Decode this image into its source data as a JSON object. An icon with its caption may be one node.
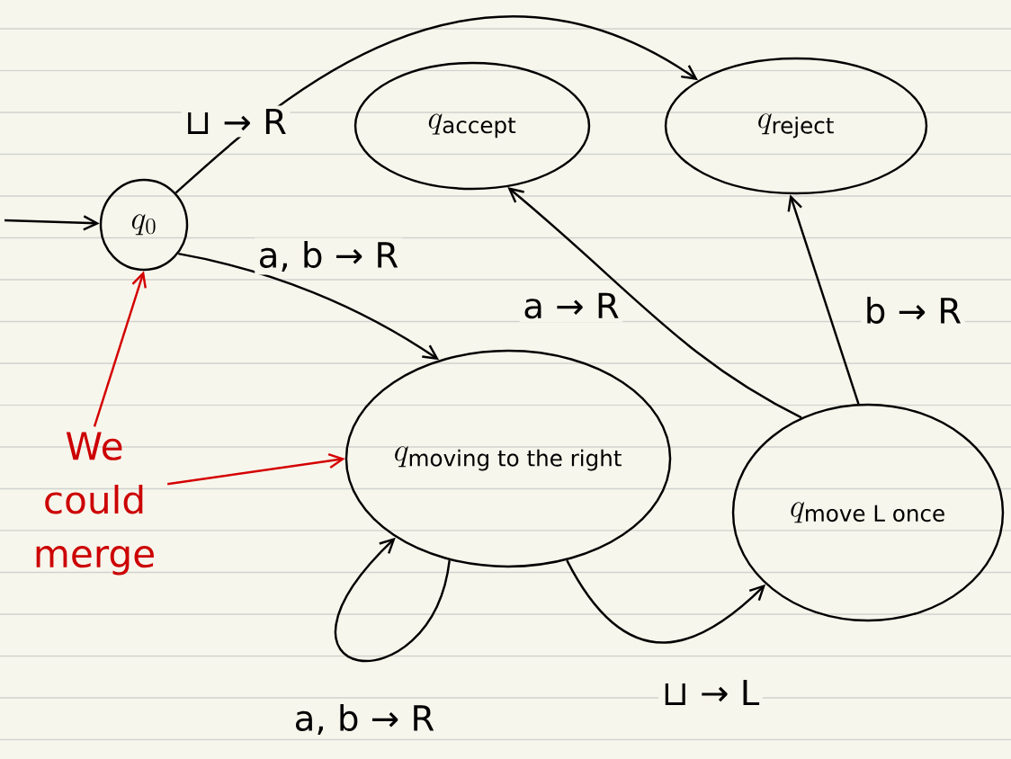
{
  "diagram": {
    "nodes": [
      {
        "text": [
          "q_{0}"
        ]
      },
      {
        "text": [
          "q_{\\text{accept}}"
        ]
      },
      {
        "text": [
          "q_{\\text{reject}}"
        ]
      },
      {
        "text": [
          "q_{\\text{moving to the right}}"
        ]
      },
      {
        "text": [
          "q_{\\text{move L once}}"
        ]
      },
      {
        "text": [
          "We could merge"
        ]
      }
    ],
    "edges": [
      {
        "from": null,
        "to": 0,
        "arrow": "to"
      },
      {
        "from": 0,
        "to": 2,
        "arrow": "to",
        "label": "⊔ → R"
      },
      {
        "from": 0,
        "to": 3,
        "arrow": "to",
        "label": "a, b → R"
      },
      {
        "from": 3,
        "to": 3,
        "arrow": "to",
        "label": "a, b → R"
      },
      {
        "from": 3,
        "to": 4,
        "arrow": "to",
        "label": "⊔ → L"
      },
      {
        "from": 4,
        "to": 1,
        "arrow": "to",
        "label": "a → R"
      },
      {
        "from": 4,
        "to": 2,
        "arrow": "to",
        "label": "b → R"
      },
      {
        "from": 5,
        "to": 0,
        "arrow": "to",
        "color": "#d40000"
      },
      {
        "from": 5,
        "to": 3,
        "arrow": "to",
        "color": "#d40000"
      }
    ]
  }
}
